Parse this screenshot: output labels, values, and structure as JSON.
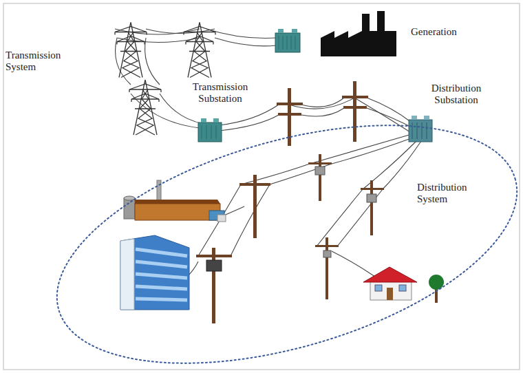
{
  "diagram": {
    "nodes": [
      {
        "text": [
          "Distribution System"
        ]
      }
    ],
    "labels": [
      "Transmission System",
      "Generation",
      "Transmission Substation",
      "Distribution Substation"
    ]
  }
}
